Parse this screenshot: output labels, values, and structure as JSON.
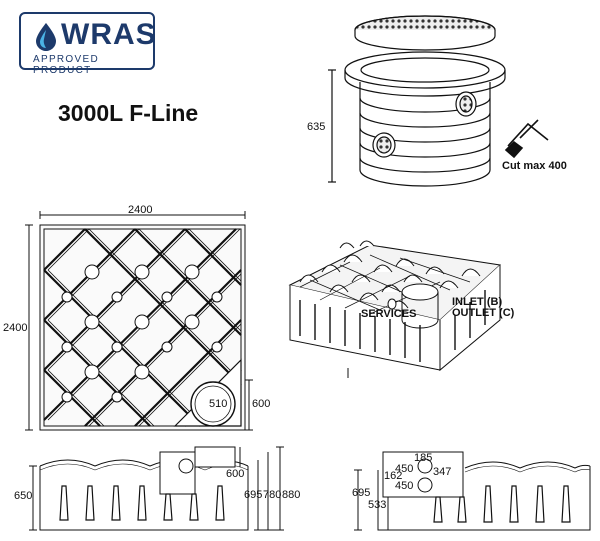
{
  "logo": {
    "brand": "WRAS",
    "tagline": "APPROVED PRODUCT",
    "colors": {
      "primary": "#1d3a6b",
      "drop_dark": "#1d3a6b",
      "drop_light": "#4bb2e5"
    }
  },
  "title": "3000L F-Line",
  "riser": {
    "height_label": "635",
    "cut_label": "Cut max 400"
  },
  "plan_view": {
    "width_label": "2400",
    "height_label": "2400",
    "opening_diameter_label": "510",
    "opening_offset_label": "600"
  },
  "iso_view": {
    "inlet_label": "INLET (B)",
    "outlet_label": "OUTLET (C)",
    "services_label": "SERVICES"
  },
  "side_view_left": {
    "height_label": "650",
    "turret_label": "600",
    "dim_a_label": "695",
    "dim_b_label": "780",
    "dim_c_label": "880"
  },
  "side_view_right": {
    "dim_top_label": "185",
    "inlet_height_label": "450",
    "outlet_height_label": "450",
    "offset_label": "347",
    "small_label": "162",
    "height_label": "695",
    "base_label": "533"
  }
}
